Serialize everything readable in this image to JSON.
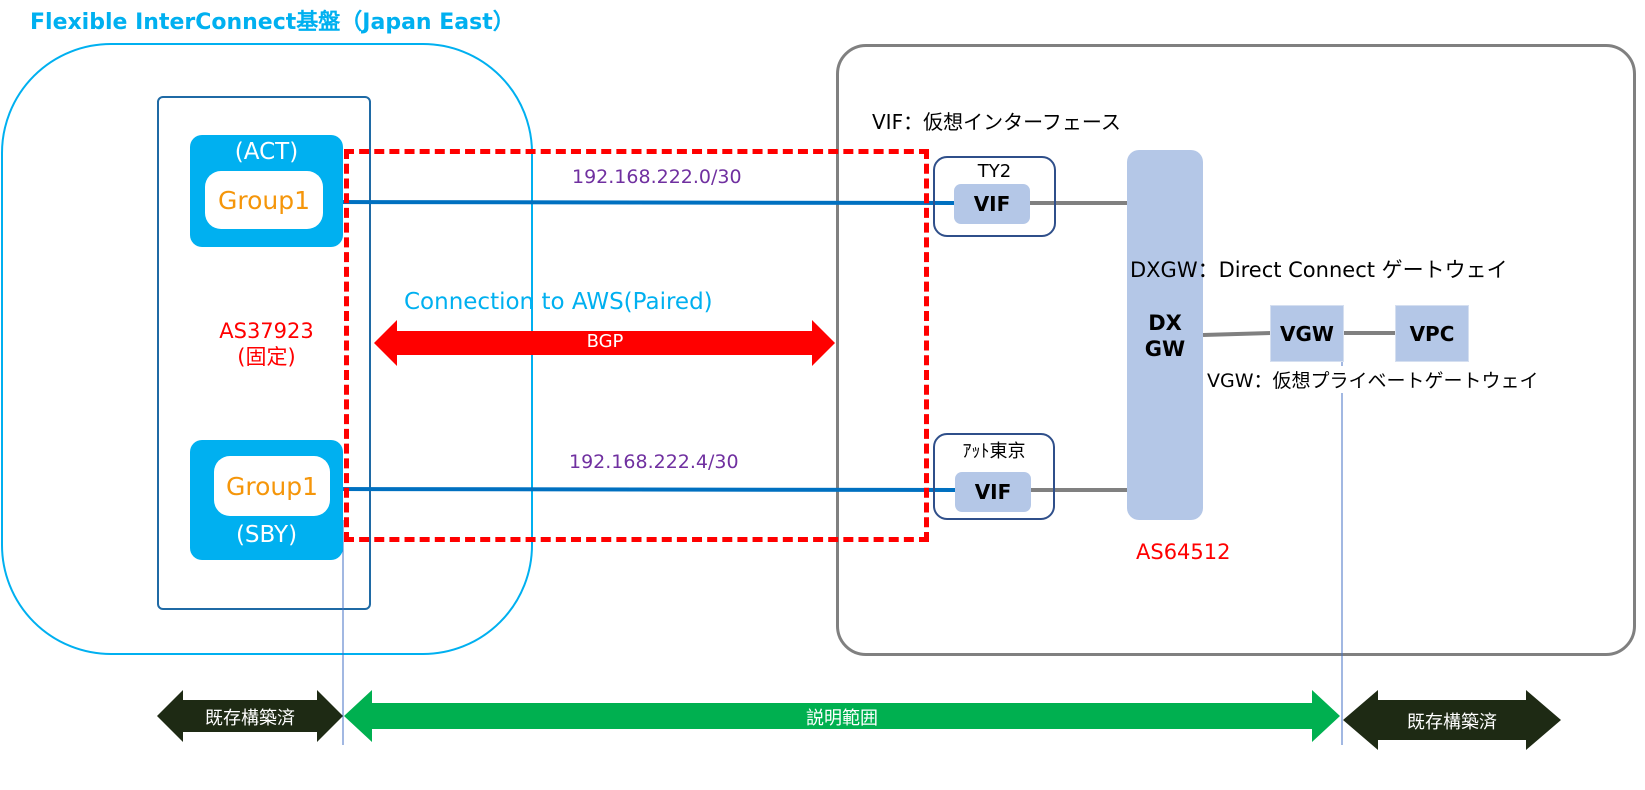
{
  "title": "Flexible InterConnect基盤（Japan East）",
  "fic": {
    "act": {
      "role": "(ACT)",
      "group": "Group1"
    },
    "sby": {
      "role": "(SBY)",
      "group": "Group1"
    },
    "as_number": "AS37923",
    "as_note": "(固定)"
  },
  "links": {
    "primary_subnet": "192.168.222.0/30",
    "secondary_subnet": "192.168.222.4/30"
  },
  "connection": {
    "label": "Connection to AWS(Paired)",
    "protocol": "BGP"
  },
  "aws": {
    "vif_legend": "VIF：仮想インターフェース",
    "locations": [
      {
        "name": "TY2",
        "vif": "VIF"
      },
      {
        "name": "ｱｯﾄ東京",
        "vif": "VIF"
      }
    ],
    "dxgw": {
      "label_line1": "DX",
      "label_line2": "GW",
      "legend": "DXGW：Direct Connect ゲートウェイ"
    },
    "vgw": {
      "label": "VGW",
      "legend": "VGW：仮想プライベートゲートウェイ"
    },
    "vpc": {
      "label": "VPC"
    },
    "as_number": "AS64512"
  },
  "scope": {
    "left": "既存構築済",
    "center": "説明範囲",
    "right": "既存構築済"
  },
  "colors": {
    "fic_accent": "#00b0f0",
    "group_text": "#f5960a",
    "as_text": "#ff0000",
    "subnet_text": "#7030a0",
    "aws_node": "#b4c7e7",
    "link_blue": "#0070c0",
    "link_gray": "#808080",
    "scope_green": "#00b050",
    "scope_dark": "#1e2a14",
    "bgp_red": "#ff0000"
  }
}
